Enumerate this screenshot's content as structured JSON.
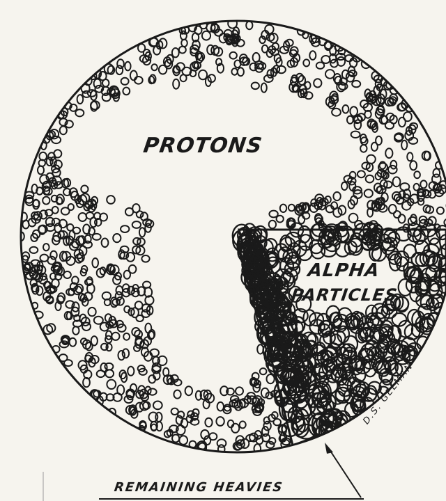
{
  "labels": {
    "protons": "PROTONS",
    "alpha": "ALPHA",
    "particles": "PARTICLES",
    "remaining_heavies": "REMAINING HEAVIES",
    "signature": "D.S. GELMAN"
  },
  "colors": {
    "paper": "#f6f4ee",
    "ink": "#1a1a1a"
  }
}
